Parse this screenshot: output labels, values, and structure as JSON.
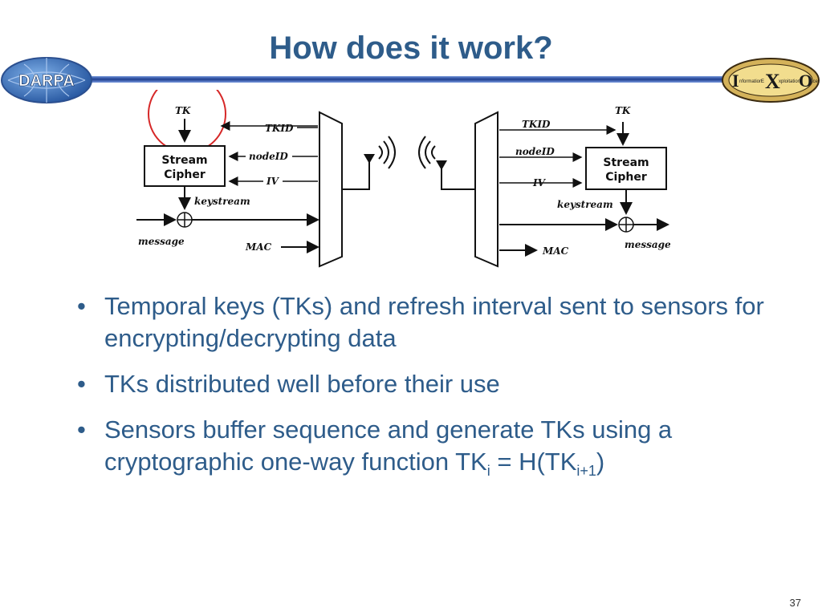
{
  "header": {
    "title": "How does it work?",
    "left_logo_text": "DARPA",
    "right_logo": {
      "letters": [
        "I",
        "X",
        "O"
      ],
      "words": [
        "nformation",
        "E",
        "xploitation",
        "ffice"
      ]
    }
  },
  "diagram": {
    "left": {
      "tk": "TK",
      "tkid": "TKID",
      "nodeid": "nodeID",
      "iv": "IV",
      "box_line1": "Stream",
      "box_line2": "Cipher",
      "keystream": "keystream",
      "message": "message",
      "mac": "MAC"
    },
    "right": {
      "tk": "TK",
      "tkid": "TKID",
      "nodeid": "nodeID",
      "iv": "IV",
      "box_line1": "Stream",
      "box_line2": "Cipher",
      "keystream": "keystream",
      "message": "message",
      "mac": "MAC"
    },
    "colors": {
      "highlight_circle": "#d62828",
      "line": "#111111"
    }
  },
  "bullets": [
    {
      "text": "Temporal keys (TKs) and refresh interval sent to sensors for encrypting/decrypting data"
    },
    {
      "text": "TKs distributed well before their use"
    },
    {
      "text_before": "Sensors buffer sequence and  generate TKs using a cryptographic one-way function TK",
      "sub1": "i",
      "text_mid": " = H(TK",
      "sub2": "i+1",
      "text_after": ")"
    }
  ],
  "bullet_glyph": "•",
  "slide_number": "37",
  "colors": {
    "title": "#2e5c8a",
    "text": "#2e5c8a",
    "bar": "#1f3f8f"
  }
}
